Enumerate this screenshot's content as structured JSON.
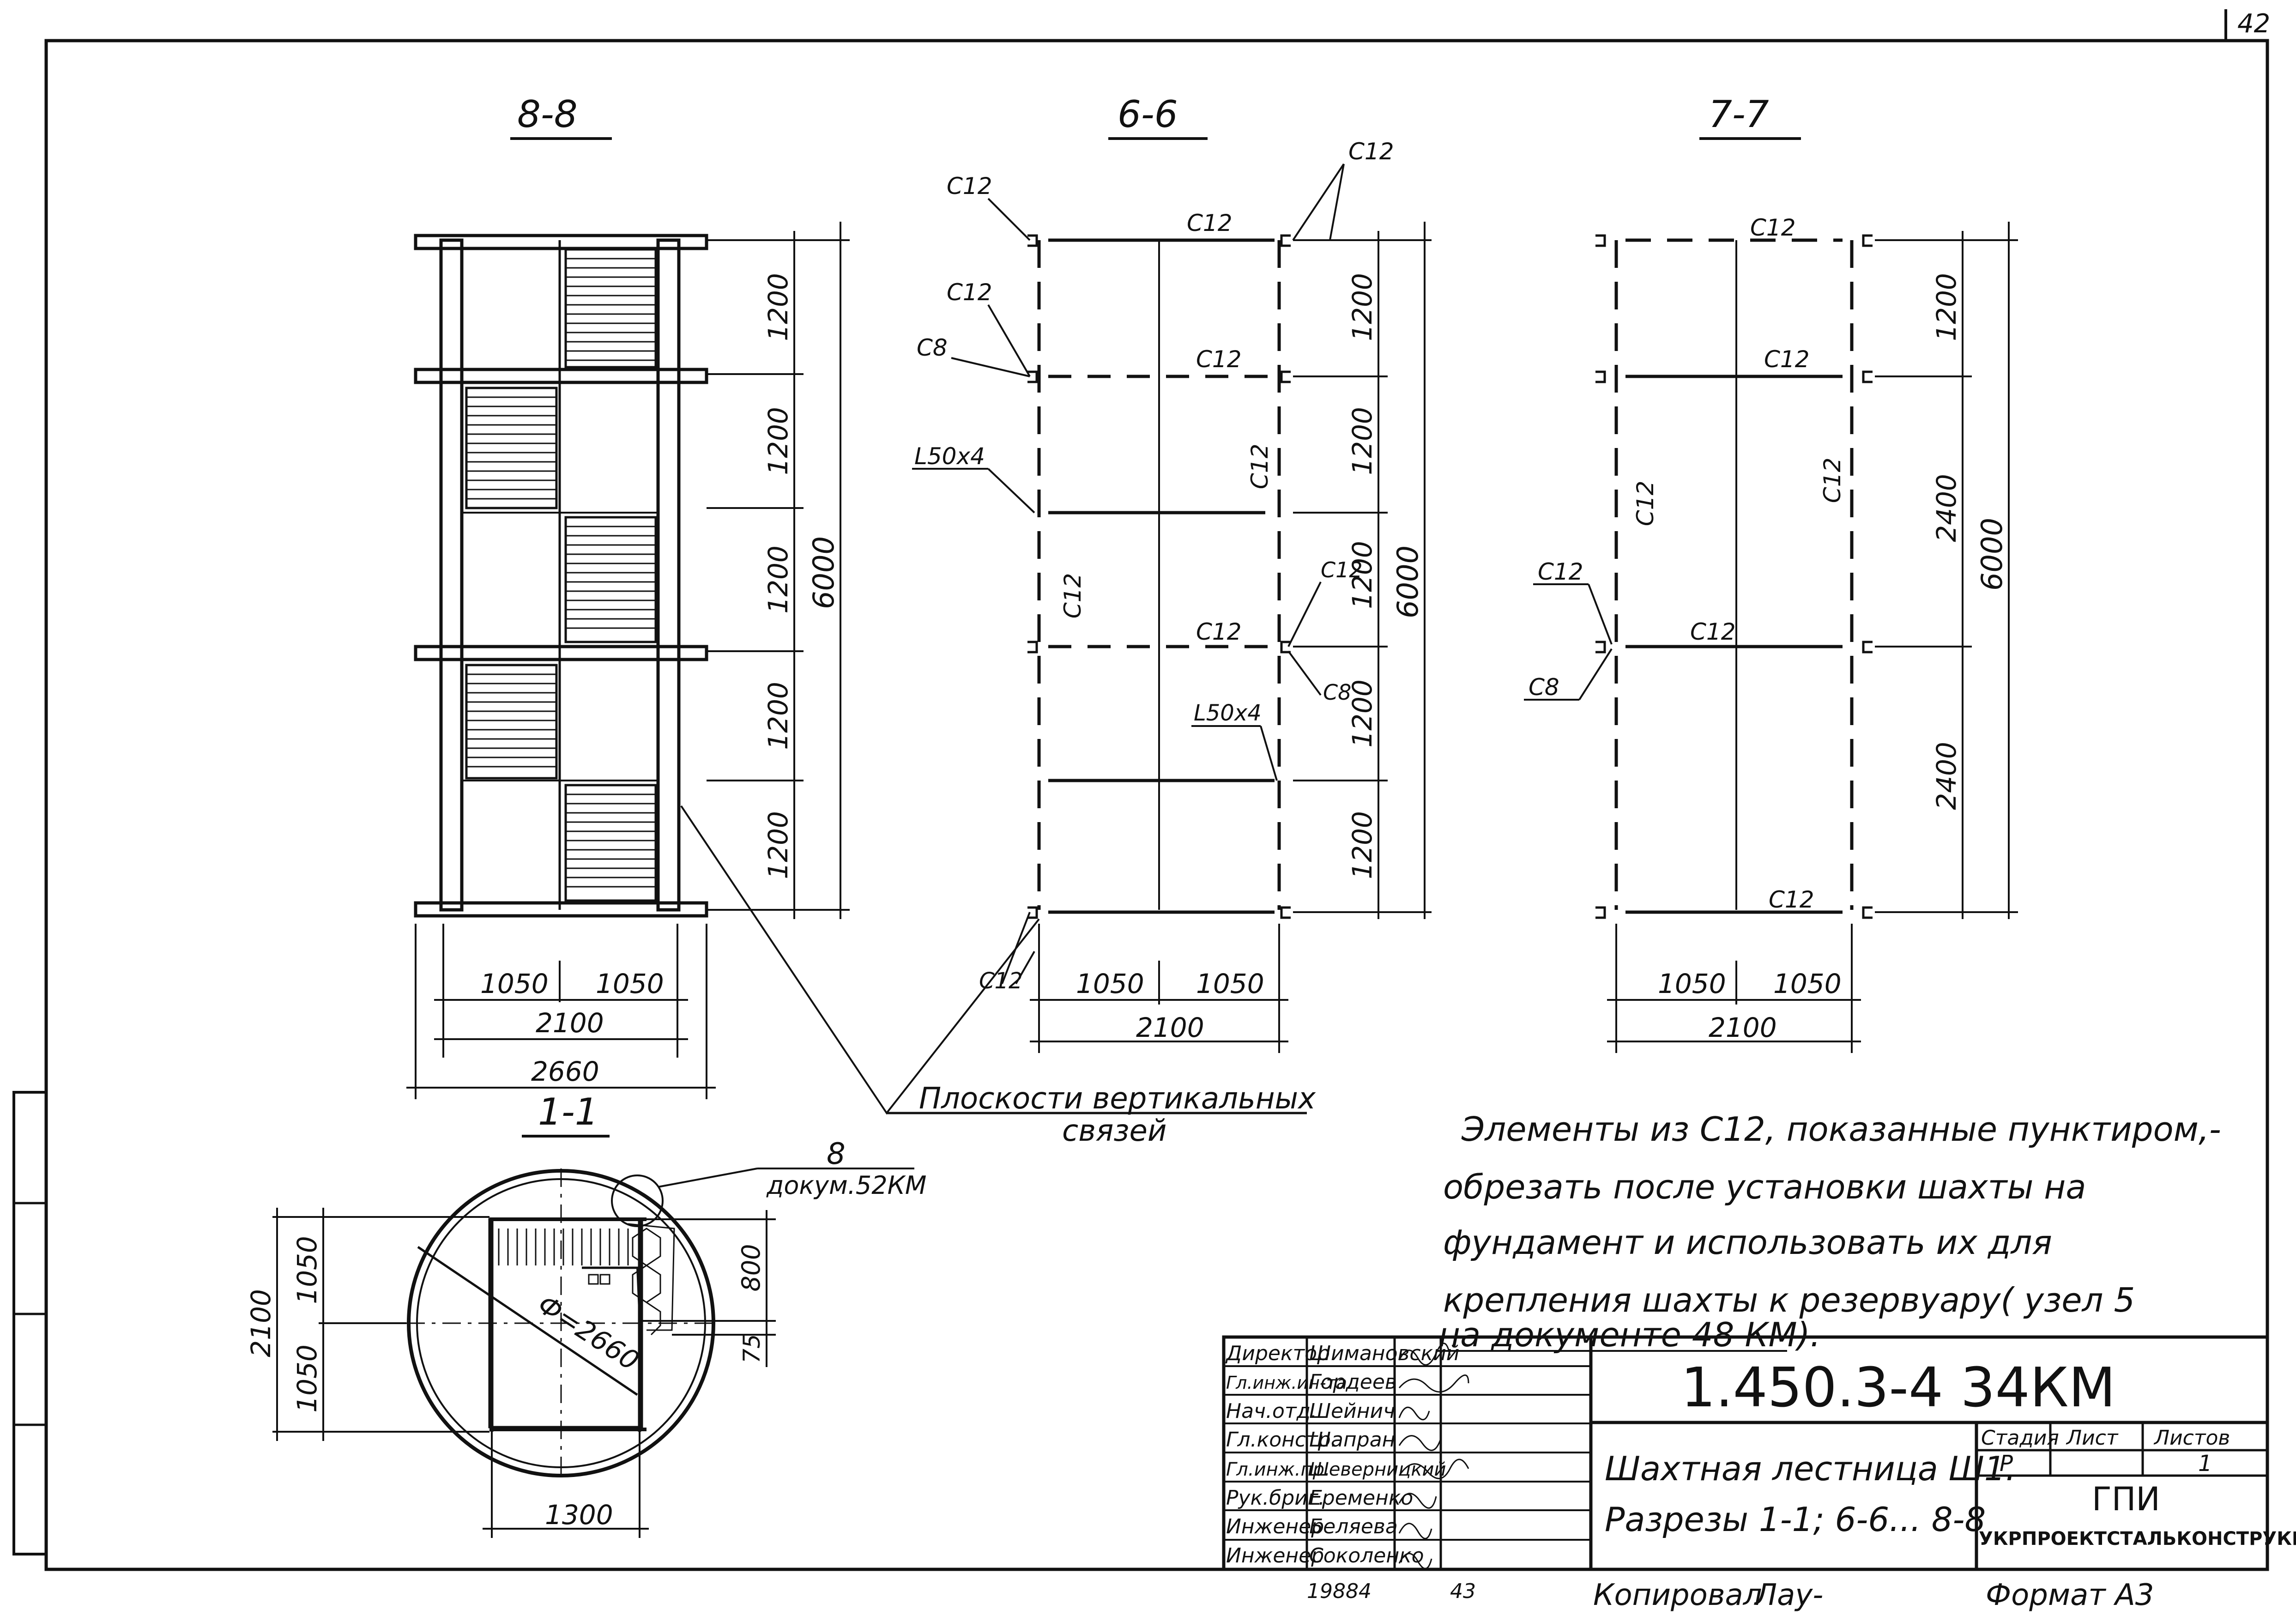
{
  "sheet": {
    "number": "42",
    "format": "Формат А3",
    "copied": "Копировал",
    "copied_sig": "Лау-",
    "year": "19884",
    "misc": "43"
  },
  "sections": {
    "s88": {
      "title": "8-8",
      "dims_v": [
        "1200",
        "1200",
        "1200",
        "1200",
        "1200"
      ],
      "total_v": "6000",
      "dims_h": [
        "1050",
        "1050"
      ],
      "w1": "2100",
      "w2": "2660"
    },
    "s66": {
      "title": "6-6",
      "labels": {
        "c12_tl": "С12",
        "c12_tr": "С12",
        "c12_top": "С12",
        "c12_l2": "С12",
        "c8_l": "С8",
        "c12_mid": "С12",
        "l50_l": "L50х4",
        "c12_vr": "С12",
        "c12_vl": "С12",
        "c12_r": "С12",
        "c12_mid2": "С12",
        "c8_r": "С8",
        "l50_r": "L50х4",
        "c12_bl": "С12"
      },
      "dims_v": [
        "1200",
        "1200",
        "1200",
        "1200",
        "1200"
      ],
      "total_v": "6000",
      "dims_h": [
        "1050",
        "1050"
      ],
      "w1": "2100"
    },
    "s77": {
      "title": "7-7",
      "labels": {
        "c12_top": "С12",
        "c12_2": "С12",
        "c12_vl": "С12",
        "c12_vr": "С12",
        "c12_mid": "С12",
        "c12_l": "С12",
        "c8_l": "С8",
        "c12_bot": "С12"
      },
      "dims_v": [
        "1200",
        "2400",
        "2400"
      ],
      "total_v": "6000",
      "dims_h": [
        "1050",
        "1050"
      ],
      "w1": "2100"
    },
    "s11": {
      "title": "1-1",
      "diam": "Ф=2660",
      "dims_v": [
        "1050",
        "1050"
      ],
      "total_v": "2100",
      "d800": "800",
      "d75": "75",
      "w": "1300",
      "ref_num": "8",
      "ref_doc": "докум.52КМ"
    }
  },
  "callout": {
    "line1": "Плоскости вертикальных",
    "line2": "связей"
  },
  "note": {
    "lines": [
      "Элементы из С12, показанные пунктиром,-",
      "обрезать после установки шахты на",
      "фундамент и использовать их для",
      "крепления шахты к резервуару( узел 5",
      "на документе 48 КМ)."
    ]
  },
  "title_block": {
    "doc_code": "1.450.3-4 34КМ",
    "name_line1": "Шахтная лестница Ш1.",
    "name_line2": "Разрезы 1-1; 6-6... 8-8",
    "stage_h": "Стадия",
    "sheet_h": "Лист",
    "sheets_h": "Листов",
    "stage_v": "Р",
    "sheet_v": "",
    "sheets_v": "1",
    "org1": "ГПИ",
    "org2": "УКРПРОЕКТСТАЛЬКОНСТРУКЦИЯ",
    "staff": [
      {
        "role": "Директор",
        "name": "Шимановский"
      },
      {
        "role": "Гл.инж.ин-та",
        "name": "Гордеев"
      },
      {
        "role": "Нач.отд.",
        "name": "Шейнич"
      },
      {
        "role": "Гл.констр.",
        "name": "Шапран"
      },
      {
        "role": "Гл.инж.пр.",
        "name": "Шеверницкий"
      },
      {
        "role": "Рук.бриг.",
        "name": "Еременко"
      },
      {
        "role": "Инженер",
        "name": "Беляева"
      },
      {
        "role": "Инженер",
        "name": "Соколенко"
      }
    ]
  }
}
